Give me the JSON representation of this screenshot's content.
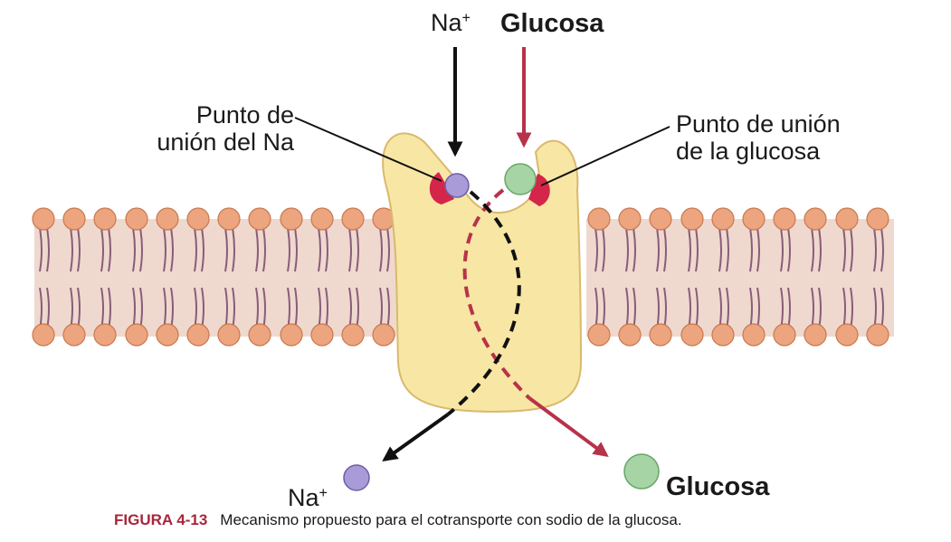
{
  "labels": {
    "na_top": "Na",
    "na_top_sup": "+",
    "glucose_top": "Glucosa",
    "na_site": "Punto de\nunión del Na",
    "glucose_site": "Punto de unión\nde la glucosa",
    "na_bottom": "Na",
    "na_bottom_sup": "+",
    "glucose_bottom": "Glucosa"
  },
  "caption": {
    "figure_label": "FIGURA 4-13",
    "text": "Mecanismo propuesto para el cotransporte con sodio de la glucosa."
  },
  "colors": {
    "protein_fill": "#f8e6a4",
    "protein_stroke": "#d9b96d",
    "membrane_band": "#efd9cf",
    "phospholipid_head": "#eca57e",
    "phospholipid_tail": "#8a5c78",
    "binding_site": "#d3264a",
    "sodium": "#a99bd8",
    "glucose": "#a6d4a4",
    "sodium_path": "#111111",
    "glucose_path": "#b8324a",
    "caption_label": "#a8263a"
  }
}
